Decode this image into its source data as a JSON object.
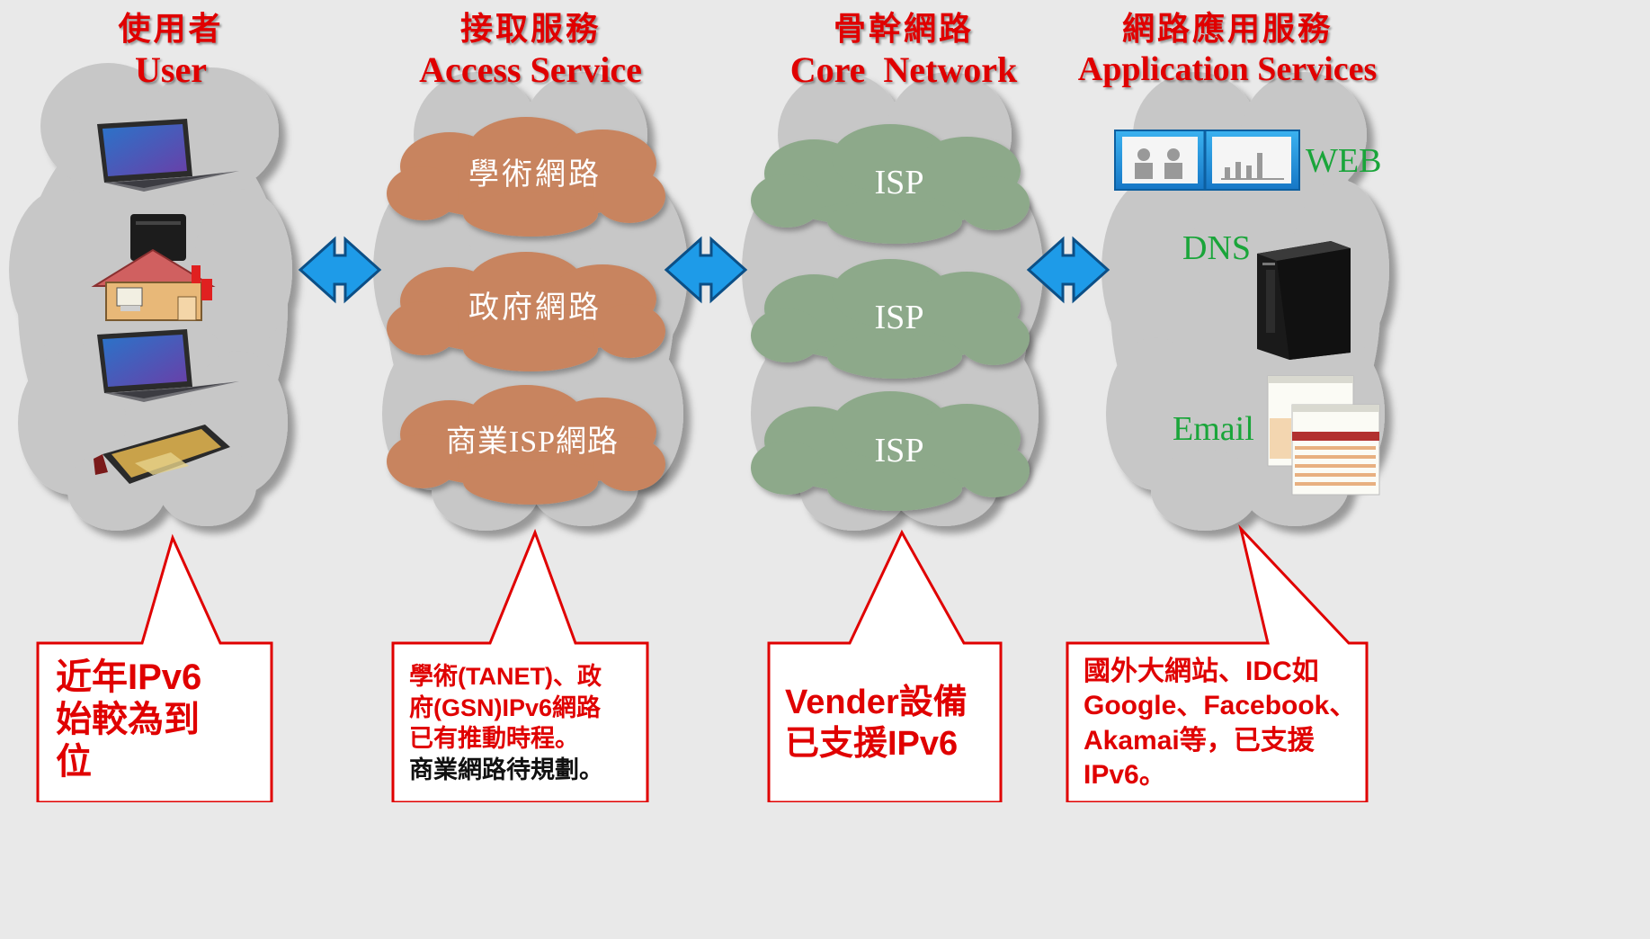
{
  "columns": [
    {
      "zh": "使用者",
      "en": "User"
    },
    {
      "zh": "接取服務",
      "en": "Access Service"
    },
    {
      "zh": "骨幹網路",
      "en": "Core  Network"
    },
    {
      "zh": "網路應用服務",
      "en": "Application Services"
    }
  ],
  "access_clouds": [
    "學術網路",
    "政府網路",
    "商業ISP網路"
  ],
  "core_clouds": [
    "ISP",
    "ISP",
    "ISP"
  ],
  "services": {
    "web": "WEB",
    "dns": "DNS",
    "email": "Email"
  },
  "callouts": {
    "user": [
      "近年IPv6",
      "始較為到",
      "位"
    ],
    "access": [
      "學術(TANET)、政",
      "府(GSN)IPv6網路",
      "已有推動時程。",
      "商業網路待規劃。"
    ],
    "core": [
      "Vender設備",
      "已支援IPv6"
    ],
    "app": [
      "國外大網站、IDC如",
      "Google、Facebook、",
      "Akamai等，已支援",
      "IPv6。"
    ]
  },
  "colors": {
    "title_red": "#e00000",
    "big_cloud": "#c7c7c7",
    "access_cloud": "#c8845e",
    "core_cloud": "#8da98a",
    "arrow": "#1e9be8",
    "service_green": "#1aa53a",
    "callout_border": "#e00000"
  },
  "icons": [
    "laptop-icon",
    "nas-house-icon",
    "tablet-icon",
    "web-server-icon",
    "dns-server-tower-icon",
    "email-screenshot-icon",
    "double-arrow-icon"
  ]
}
